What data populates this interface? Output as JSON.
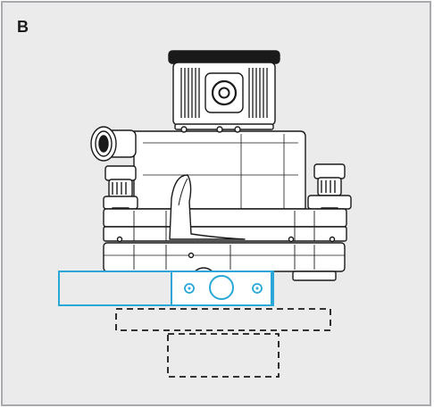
{
  "panel": {
    "label": "B"
  },
  "colors": {
    "background": "#ebebeb",
    "frame_border": "#a8aaad",
    "line_art": "#1a1a1a",
    "highlight": "#29a8d8"
  },
  "callouts": [
    {
      "name": "highlighted-adapter-plate",
      "style": "solid",
      "color": "#29a8d8"
    },
    {
      "name": "dashed-outline-plate",
      "style": "dashed",
      "color": "#1a1a1a"
    },
    {
      "name": "dashed-outline-block",
      "style": "dashed",
      "color": "#1a1a1a"
    }
  ]
}
